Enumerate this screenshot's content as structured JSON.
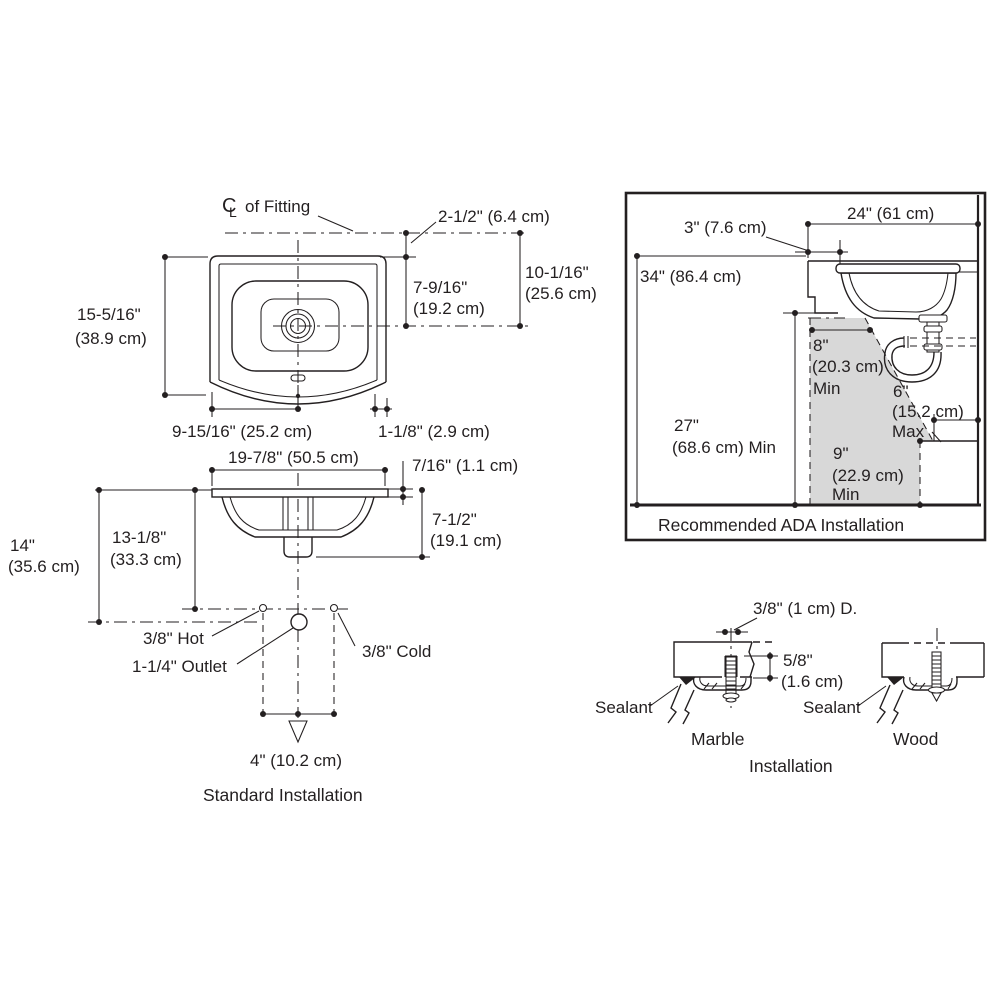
{
  "standard": {
    "caption": "Standard Installation",
    "cl_symbol_c": "C",
    "cl_symbol_l": "L",
    "cl_label": "of Fitting",
    "top": {
      "offset_center": "2-1/2\" (6.4 cm)",
      "bowl_center_depth": "7-9/16\"",
      "bowl_center_depth_cm": "(19.2 cm)",
      "overall_center_depth": "10-1/16\"",
      "overall_center_depth_cm": "(25.6 cm)",
      "front_to_back": "15-5/16\"",
      "front_to_back_cm": "(38.9 cm)",
      "center_offset": "9-15/16\" (25.2 cm)",
      "edge_offset": "1-1/8\" (2.9 cm)"
    },
    "front": {
      "overall_width": "19-7/8\" (50.5 cm)",
      "rim_height": "7/16\" (1.1 cm)",
      "bowl_depth": "7-1/2\"",
      "bowl_depth_cm": "(19.1 cm)",
      "supply_height": "13-1/8\"",
      "supply_height_cm": "(33.3 cm)",
      "outlet_height": "14\"",
      "outlet_height_cm": "(35.6 cm)",
      "hot_label": "3/8\" Hot",
      "cold_label": "3/8\" Cold",
      "outlet_label": "1-1/4\" Outlet",
      "supply_spread": "4\" (10.2 cm)"
    }
  },
  "ada": {
    "caption": "Recommended ADA Installation",
    "rim_offset": "3\" (7.6 cm)",
    "counter_depth": "24\" (61 cm)",
    "counter_height": "34\" (86.4 cm)",
    "knee_depth": "8\"",
    "knee_depth_cm": "(20.3 cm)",
    "knee_depth_note": "Min",
    "toe_depth": "6\"",
    "toe_depth_cm": "(15.2 cm)",
    "toe_depth_note": "Max",
    "knee_height": "27\"",
    "knee_height_cm": "(68.6 cm) Min",
    "toe_height": "9\"",
    "toe_height_cm": "(22.9 cm)",
    "toe_height_note": "Min"
  },
  "mounting": {
    "caption": "Installation",
    "hole_dia": "3/8\" (1 cm) D.",
    "embed_depth": "5/8\"",
    "embed_depth_cm": "(1.6 cm)",
    "sealant_marble": "Sealant",
    "sealant_wood": "Sealant",
    "marble": "Marble",
    "wood": "Wood"
  },
  "colors": {
    "line": "#231f20",
    "shade": "#d8d8d8",
    "background": "#ffffff"
  }
}
